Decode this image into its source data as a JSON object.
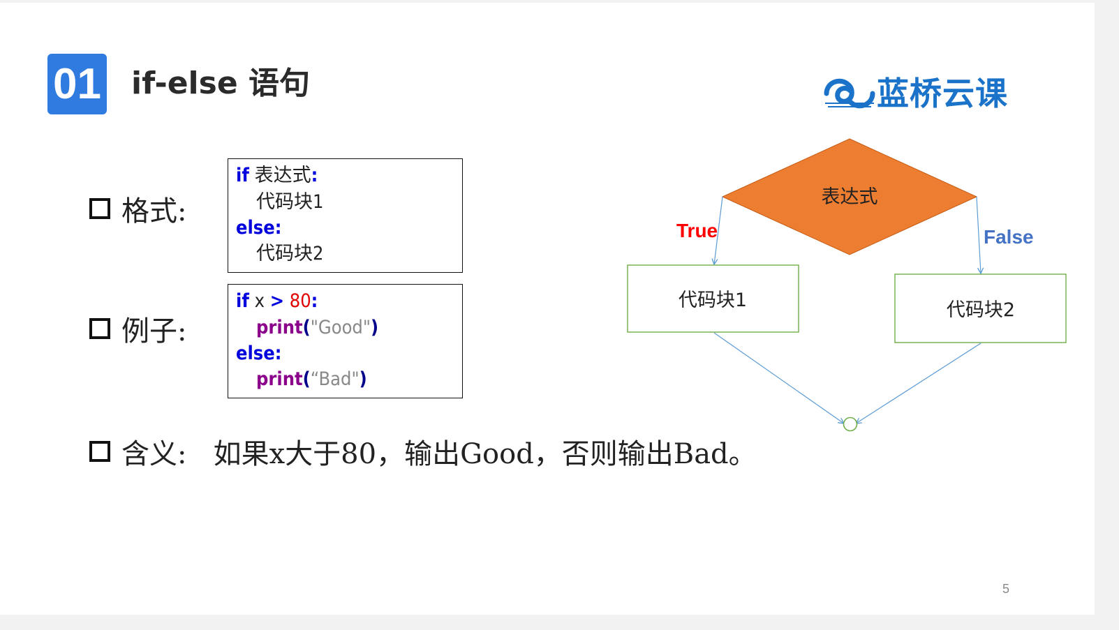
{
  "header": {
    "number": "01",
    "title": "if-else 语句"
  },
  "logo": {
    "text": "蓝桥云课",
    "color": "#1a73c8"
  },
  "bullets": {
    "format_label": "格式:",
    "example_label": "例子:",
    "meaning": "含义:   如果x大于80，输出Good，否则输出Bad。"
  },
  "format_code": {
    "l1_kw": "if",
    "l1_rest": " 表达式",
    "l1_colon": ":",
    "l2": "代码块1",
    "l3_kw": "else",
    "l3_colon": ":",
    "l4": "代码块2"
  },
  "example_code": {
    "l1_kw": "if",
    "l1_var": " x ",
    "l1_op": ">",
    "l1_num": " 80",
    "l1_colon": ":",
    "l2_fn": "print",
    "l2_open": "(",
    "l2_str": "\"Good\"",
    "l2_close": ")",
    "l3_kw": "else",
    "l3_colon": ":",
    "l4_fn": "print",
    "l4_open": "(",
    "l4_str": "“Bad\"",
    "l4_close": ")"
  },
  "flowchart": {
    "condition": "表达式",
    "true_label": "True",
    "false_label": "False",
    "block1": "代码块1",
    "block2": "代码块2",
    "colors": {
      "diamond": "#ed7d31",
      "box_border": "#70ad47",
      "arrow": "#5b9bd5",
      "true": "#ff0000",
      "false": "#4472c4"
    }
  },
  "page_number": "5"
}
